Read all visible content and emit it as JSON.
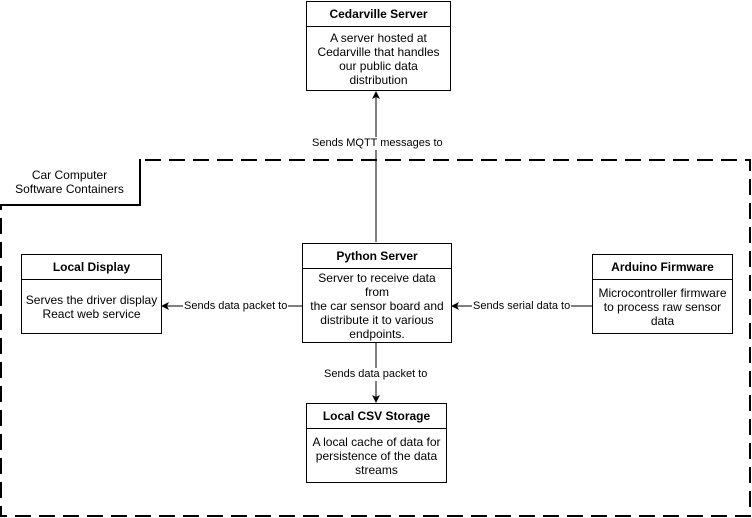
{
  "container": {
    "label": "Car Computer\nSoftware Containers"
  },
  "nodes": {
    "cedarville_server": {
      "title": "Cedarville Server",
      "description": "A server hosted at\nCedarville that handles\nour public data\ndistribution"
    },
    "python_server": {
      "title": "Python Server",
      "description": "Server to receive data from\nthe car sensor board and\ndistribute it to various\nendpoints."
    },
    "local_display": {
      "title": "Local Display",
      "description": "Serves the driver display\nReact web service"
    },
    "arduino_firmware": {
      "title": "Arduino Firmware",
      "description": "Microcontroller firmware\nto process raw sensor\ndata"
    },
    "local_csv_storage": {
      "title": "Local CSV Storage",
      "description": "A local cache of data for\npersistence of the data\nstreams"
    }
  },
  "edges": {
    "python_to_cedarville": "Sends MQTT messages to",
    "python_to_display": "Sends data packet to",
    "arduino_to_python": "Sends serial data to",
    "python_to_storage": "Sends data packet to"
  }
}
